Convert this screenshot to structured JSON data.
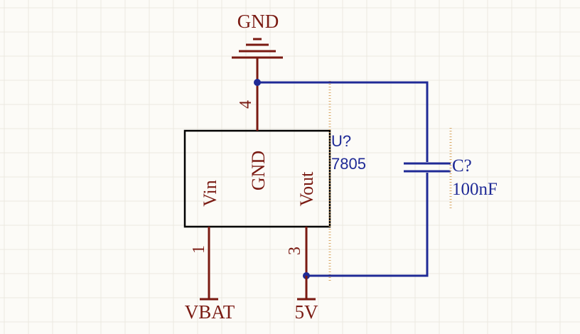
{
  "colors": {
    "background": "#fcfbf7",
    "grid": "#ebe8e0",
    "component": "#7a1a12",
    "wire": "#1f2a96",
    "designator": "#1f2a96",
    "junction": "#1f2a96",
    "hatch": "#d9a866"
  },
  "power_ports": {
    "gnd_label": "GND",
    "vbat_label": "VBAT",
    "v5_label": "5V"
  },
  "regulator": {
    "designator": "U?",
    "value": "7805",
    "pins": {
      "gnd": {
        "name": "GND",
        "number": "4"
      },
      "vin": {
        "name": "Vin",
        "number": "1"
      },
      "vout": {
        "name": "Vout",
        "number": "3"
      }
    }
  },
  "capacitor": {
    "designator": "C?",
    "value": "100nF"
  }
}
